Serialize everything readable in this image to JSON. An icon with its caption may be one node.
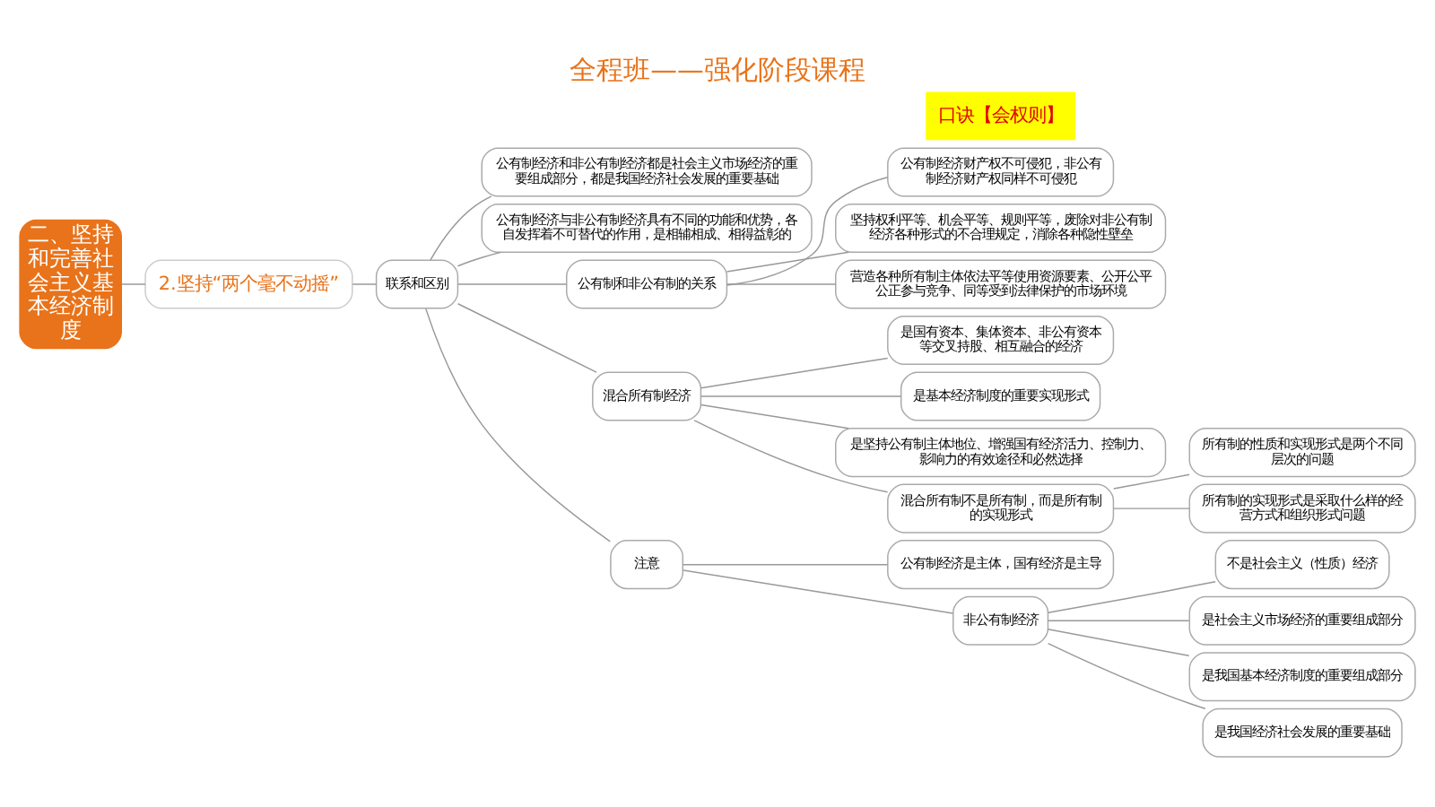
{
  "diagram": {
    "title": "全程班——强化阶段课程",
    "nodes": [
      {
        "text": [
          "二、坚持和完善社会主义基本经济制度"
        ]
      },
      {
        "text": [
          "2.坚持“两个毫不动摇”"
        ]
      },
      {
        "text": [
          "联系和区别"
        ]
      },
      {
        "text": [
          "公有制经济和非公有制经济都是社会主义市场经济的重要组成部分，都是我国经济社会发展的重要基础"
        ]
      },
      {
        "text": [
          "公有制经济与非公有制经济具有不同的功能和优势，各自发挥着不可替代的作用，是相辅相成、相得益彰的"
        ]
      },
      {
        "text": [
          "公有制和非公有制的关系"
        ]
      },
      {
        "text": [
          "公有制经济财产权不可侵犯，非公有制经济财产权同样不可侵犯"
        ]
      },
      {
        "text": [
          "坚持权利平等、机会平等、规则平等，废除对非公有制经济各种形式的不合理规定，消除各种隐性壁垒"
        ]
      },
      {
        "text": [
          "营造各种所有制主体依法平等使用资源要素、公开公平公正参与竞争、同等受到法律保护的市场环境"
        ]
      },
      {
        "text": [
          "混合所有制经济"
        ]
      },
      {
        "text": [
          "是国有资本、集体资本、非公有资本等交叉持股、相互融合的经济"
        ]
      },
      {
        "text": [
          "是基本经济制度的重要实现形式"
        ]
      },
      {
        "text": [
          "是坚持公有制主体地位、增强国有经济活力、控制力、影响力的有效途径和必然选择"
        ]
      },
      {
        "text": [
          "混合所有制不是所有制，而是所有制的实现形式"
        ]
      },
      {
        "text": [
          "所有制的性质和实现形式是两个不同层次的问题"
        ]
      },
      {
        "text": [
          "所有制的实现形式是采取什么样的经营方式和组织形式问题"
        ]
      },
      {
        "text": [
          "注意"
        ]
      },
      {
        "text": [
          "公有制经济是主体，国有经济是主导"
        ]
      },
      {
        "text": [
          "非公有制经济"
        ]
      },
      {
        "text": [
          "不是社会主义（性质）经济"
        ]
      },
      {
        "text": [
          "是社会主义市场经济的重要组成部分"
        ]
      },
      {
        "text": [
          "是我国基本经济制度的重要组成部分"
        ]
      },
      {
        "text": [
          "是我国经济社会发展的重要基础"
        ]
      }
    ],
    "edges": [
      {
        "from": 0,
        "to": 1,
        "arrow": "none"
      },
      {
        "from": 1,
        "to": 2,
        "arrow": "none"
      },
      {
        "from": 2,
        "to": 3,
        "arrow": "none"
      },
      {
        "from": 2,
        "to": 4,
        "arrow": "none"
      },
      {
        "from": 2,
        "to": 5,
        "arrow": "none"
      },
      {
        "from": 5,
        "to": 6,
        "arrow": "none"
      },
      {
        "from": 5,
        "to": 7,
        "arrow": "none"
      },
      {
        "from": 5,
        "to": 8,
        "arrow": "none"
      },
      {
        "from": 2,
        "to": 9,
        "arrow": "none"
      },
      {
        "from": 9,
        "to": 10,
        "arrow": "none"
      },
      {
        "from": 9,
        "to": 11,
        "arrow": "none"
      },
      {
        "from": 9,
        "to": 12,
        "arrow": "none"
      },
      {
        "from": 9,
        "to": 13,
        "arrow": "none"
      },
      {
        "from": 13,
        "to": 14,
        "arrow": "none"
      },
      {
        "from": 13,
        "to": 15,
        "arrow": "none"
      },
      {
        "from": 2,
        "to": 16,
        "arrow": "none"
      },
      {
        "from": 16,
        "to": 17,
        "arrow": "none"
      },
      {
        "from": 16,
        "to": 18,
        "arrow": "none"
      },
      {
        "from": 18,
        "to": 19,
        "arrow": "none"
      },
      {
        "from": 18,
        "to": 20,
        "arrow": "none"
      },
      {
        "from": 18,
        "to": 21,
        "arrow": "none"
      },
      {
        "from": 18,
        "to": 22,
        "arrow": "none"
      }
    ],
    "labels": [
      "口诀【会权则】"
    ]
  }
}
